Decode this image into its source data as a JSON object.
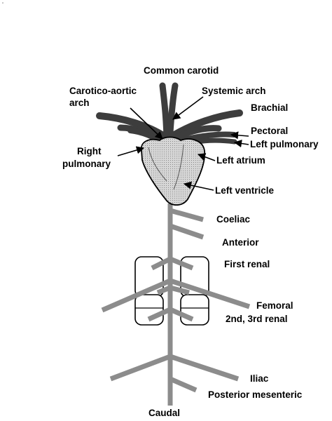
{
  "corner_mark": "\"",
  "labels": {
    "common_carotid": "Common carotid",
    "systemic_arch": "Systemic arch",
    "carotico_aortic_1": "Carotico-aortic",
    "carotico_aortic_2": "arch",
    "brachial": "Brachial",
    "pectoral": "Pectoral",
    "left_pulmonary": "Left pulmonary",
    "right_pulmonary_1": "Right",
    "right_pulmonary_2": "pulmonary",
    "left_atrium": "Left atrium",
    "left_ventricle": "Left ventricle",
    "coeliac": "Coeliac",
    "anterior": "Anterior",
    "first_renal": "First renal",
    "femoral": "Femoral",
    "second_third_renal": "2nd, 3rd renal",
    "iliac": "Iliac",
    "posterior_mesenteric": "Posterior mesenteric",
    "caudal": "Caudal"
  },
  "colors": {
    "vessel": "#8c8c8c",
    "dark_vessel": "#3d3d3d",
    "heart_fill": "#d2d2d2",
    "kidney_fill": "#ffffff",
    "text": "#000000"
  }
}
